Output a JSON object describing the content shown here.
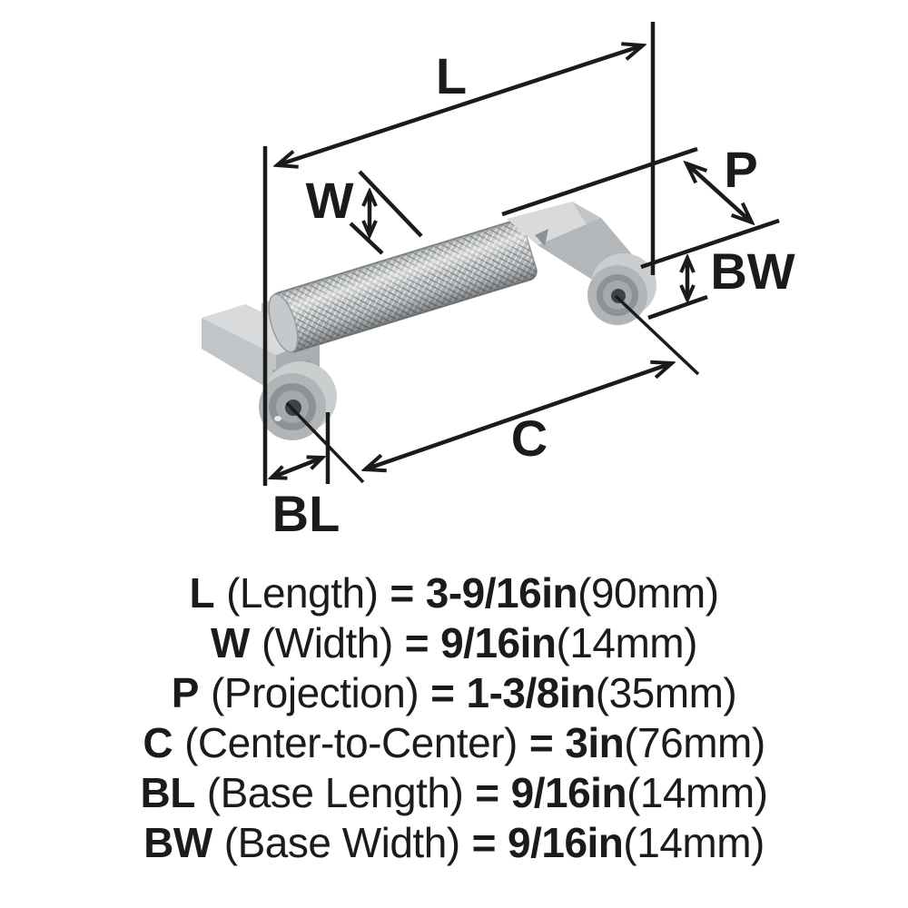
{
  "title": "Cabinet pull hardware dimension diagram",
  "diagram": {
    "labels": {
      "L": {
        "text": "L"
      },
      "W": {
        "text": "W"
      },
      "P": {
        "text": "P"
      },
      "BW": {
        "text": "BW"
      },
      "C": {
        "text": "C"
      },
      "BL": {
        "text": "BL"
      }
    },
    "colors": {
      "ink": "#1b1b1b",
      "metal_top": "#d8dadb",
      "metal_front": "#c2c5c7",
      "metal_side": "#abaeb0",
      "flange_lip": "#cbcecf",
      "flange_face": "#b1b5b7",
      "flange_ring": "#8e9294",
      "flange_inner": "#a5a9ab",
      "screw_hole": "#3f4345",
      "knurl_base": "#b4b7b9"
    }
  },
  "spec_lines": [
    {
      "symbol": "L",
      "name": "(Length)",
      "eq": "=",
      "value": "3-9/16in",
      "metric": "(90mm)"
    },
    {
      "symbol": "W",
      "name": "(Width)",
      "eq": "=",
      "value": "9/16in",
      "metric": "(14mm)"
    },
    {
      "symbol": "P",
      "name": "(Projection)",
      "eq": "=",
      "value": "1-3/8in",
      "metric": "(35mm)"
    },
    {
      "symbol": "C",
      "name": "(Center-to-Center)",
      "eq": "=",
      "value": "3in",
      "metric": "(76mm)"
    },
    {
      "symbol": "BL",
      "name": "(Base Length)",
      "eq": "=",
      "value": "9/16in",
      "metric": "(14mm)"
    },
    {
      "symbol": "BW",
      "name": "(Base Width)",
      "eq": "=",
      "value": "9/16in",
      "metric": "(14mm)"
    }
  ]
}
